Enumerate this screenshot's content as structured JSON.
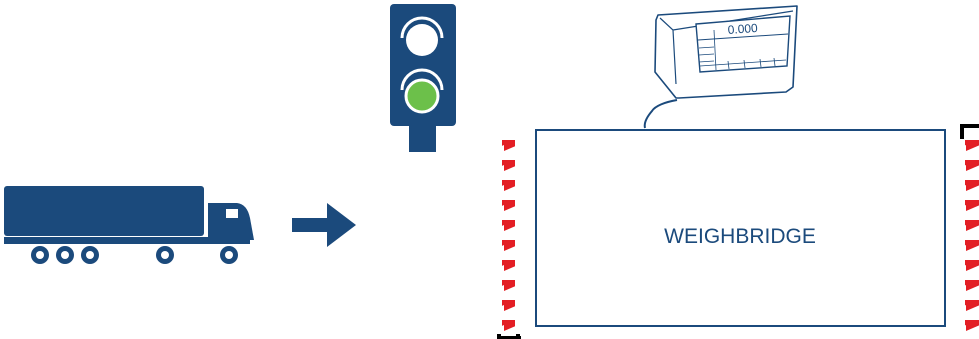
{
  "colors": {
    "primary": "#1b4a7c",
    "signal_green": "#6cc04a",
    "lamp_off": "#ffffff",
    "barrier_red": "#e31e24",
    "barrier_white": "#ffffff",
    "background": "#ffffff"
  },
  "icons": {
    "truck": "truck-icon",
    "arrow": "arrow-right-icon",
    "traffic_light": "traffic-light-icon",
    "terminal": "weighing-terminal-icon"
  },
  "traffic_light": {
    "state": "green"
  },
  "terminal": {
    "display_value": "0.000"
  },
  "weighbridge": {
    "label": "WEIGHBRIDGE"
  }
}
